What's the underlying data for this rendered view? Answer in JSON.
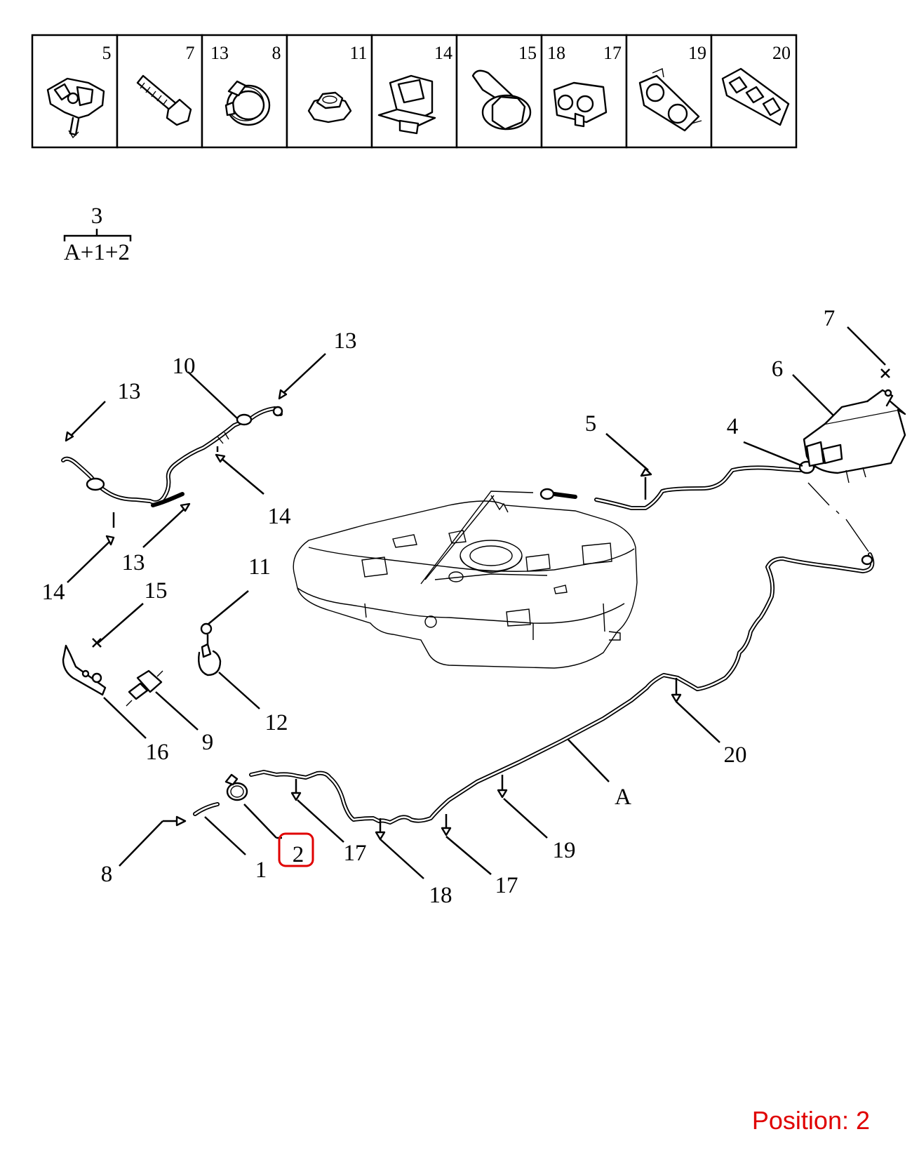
{
  "header_cells": [
    {
      "labels": [
        "5"
      ],
      "icon": "clip-icon"
    },
    {
      "labels": [
        "7"
      ],
      "icon": "bolt-icon"
    },
    {
      "labels": [
        "13",
        "8"
      ],
      "icon": "hose-clamp-icon"
    },
    {
      "labels": [
        "11"
      ],
      "icon": "nut-icon"
    },
    {
      "labels": [
        "14"
      ],
      "icon": "bracket-clip-icon"
    },
    {
      "labels": [
        "15"
      ],
      "icon": "flange-bolt-icon"
    },
    {
      "labels": [
        "18",
        "17"
      ],
      "icon": "pipe-clip-icon"
    },
    {
      "labels": [
        "19"
      ],
      "icon": "double-clip-icon"
    },
    {
      "labels": [
        "20"
      ],
      "icon": "multi-clip-icon"
    }
  ],
  "assembly": {
    "number": "3",
    "composition": "A+1+2"
  },
  "callouts": {
    "c7": "7",
    "c6": "6",
    "c5": "5",
    "c4": "4",
    "c13a": "13",
    "c10": "10",
    "c13b": "13",
    "c14a": "14",
    "c14b": "14",
    "c13c": "13",
    "c15": "15",
    "c11": "11",
    "c16": "16",
    "c9": "9",
    "c12": "12",
    "c20": "20",
    "cA": "A",
    "c8": "8",
    "c1": "1",
    "c2": "2",
    "c17a": "17",
    "c18": "18",
    "c17b": "17",
    "c19": "19"
  },
  "highlight": {
    "callout": "2",
    "color": "#e00000"
  },
  "position_label": "Position: 2"
}
